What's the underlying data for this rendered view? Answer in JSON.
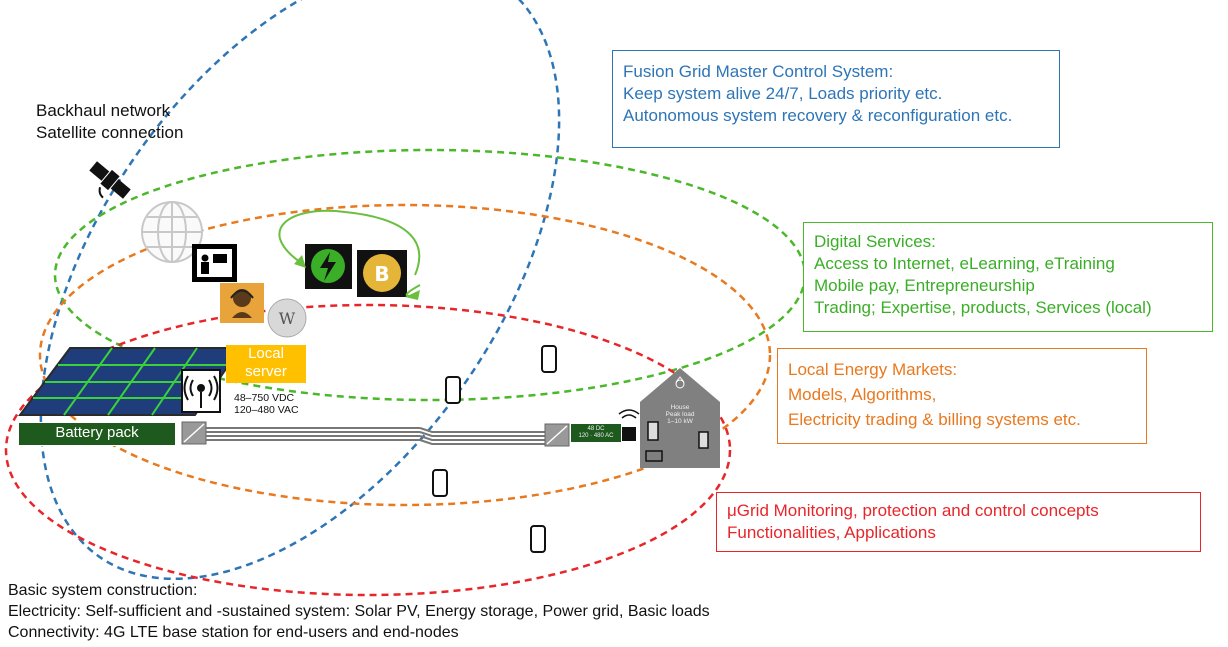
{
  "boxes": {
    "fusion": {
      "lines": [
        "Fusion Grid Master Control System:",
        "Keep system alive 24/7, Loads priority etc.",
        "Autonomous  system recovery & reconfiguration  etc."
      ],
      "color": "#2e75b6"
    },
    "digital": {
      "lines": [
        "Digital Services:",
        "Access to Internet, eLearning, eTraining",
        "Mobile pay, Entrepreneurship",
        "Trading;  Expertise, products, Services (local)"
      ],
      "color": "#3aae27"
    },
    "energy": {
      "lines": [
        "Local Energy Markets:",
        "Models, Algorithms,",
        "Electricity trading & billing systems etc."
      ],
      "color": "#e8791f"
    },
    "ugrid": {
      "lines": [
        "μGrid Monitoring, protection and control concepts",
        "Functionalities, Applications"
      ],
      "color": "#e8262a"
    }
  },
  "backhaul": [
    "Backhaul network",
    "Satellite connection"
  ],
  "local_server": [
    "Local",
    "server"
  ],
  "battery_pack": "Battery pack",
  "voltage": [
    "48–750  VDC",
    "120–480  VAC"
  ],
  "house_text": [
    "House",
    "Peak load",
    "1–10 kW"
  ],
  "inverter_small": [
    "48 DC",
    "120 · 480 AC"
  ],
  "footer": [
    "Basic system construction:",
    "Electricity: Self-sufficient and -sustained system: Solar PV, Energy storage, Power grid, Basic loads",
    "Connectivity: 4G LTE base station for end-users and end-nodes"
  ],
  "icons": [
    "satellite-icon",
    "globe-icon",
    "teacher-icon",
    "mobile-pay-icon",
    "bitcoin-icon",
    "headset-user-icon",
    "wikipedia-icon",
    "antenna-icon",
    "phone-icon",
    "router-icon"
  ]
}
